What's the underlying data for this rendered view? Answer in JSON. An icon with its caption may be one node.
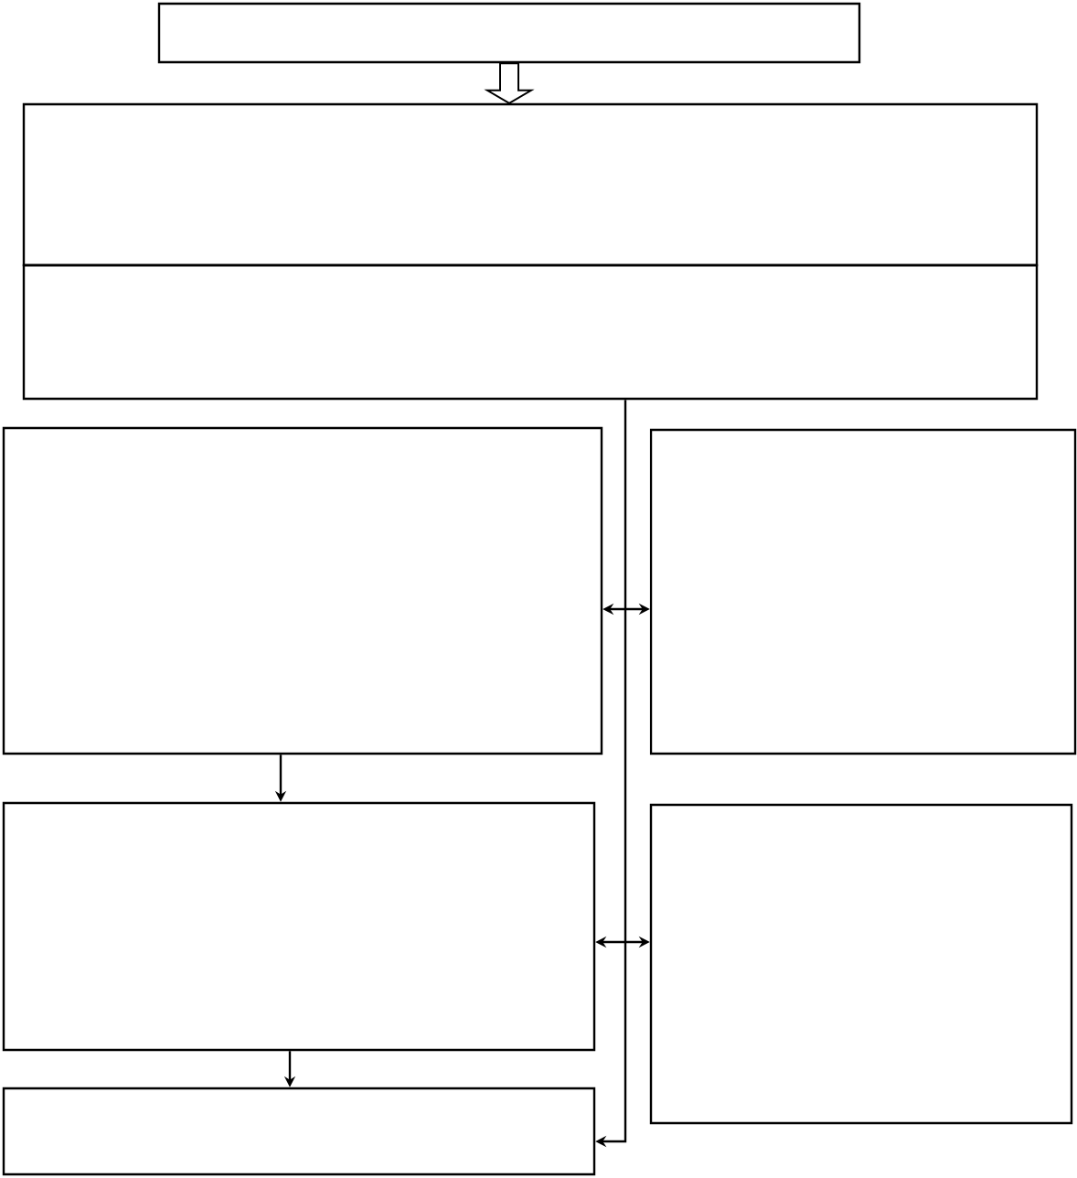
{
  "diagram": {
    "nodes": [
      {
        "text": [],
        "shape": "box"
      },
      {
        "text": [],
        "shape": "box"
      },
      {
        "text": [],
        "shape": "box"
      },
      {
        "text": [],
        "shape": "box"
      },
      {
        "text": [],
        "shape": "box"
      },
      {
        "text": [],
        "shape": "box"
      },
      {
        "text": [],
        "shape": "box"
      },
      {
        "text": [],
        "shape": "box"
      }
    ],
    "edges": [
      {
        "from": 0,
        "to": 1,
        "arrow": "to"
      },
      {
        "from": 3,
        "to": 5,
        "arrow": "to"
      },
      {
        "from": 5,
        "to": 7,
        "arrow": "to"
      },
      {
        "from": 2,
        "to": 7,
        "arrow": "to"
      },
      {
        "from": 3,
        "to": 4,
        "arrow": "both"
      },
      {
        "from": 5,
        "to": 6,
        "arrow": "both"
      }
    ]
  }
}
